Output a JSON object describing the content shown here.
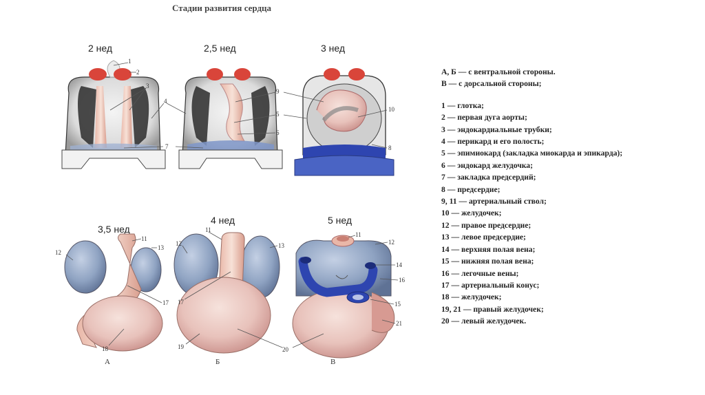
{
  "title": "Стадии развития сердца",
  "stages": [
    "2 нед",
    "2,5 нед",
    "3 нед",
    "3,5 нед",
    "4 нед",
    "5 нед"
  ],
  "panel_letters": [
    "А",
    "Б",
    "В"
  ],
  "legend": {
    "orientation": [
      "А, Б — с вентральной стороны.",
      "В — с дорсальной стороны;"
    ],
    "items": [
      "1 — глотка;",
      "2 — первая дуга аорты;",
      "3 — эндокардиальные трубки;",
      "4 — перикард и его полость;",
      "5 — эпимиокард (закладка миокарда и эпикарда);",
      "6 — эндокард желудочка;",
      "7 — закладка предсердий;",
      "8 — предсердие;",
      "9, 11 — артериальный ствол;",
      "10 — желудочек;",
      "12 — правое предсердие;",
      "13 — левое предсердие;",
      "14 — верхняя полая вена;",
      "15 — нижняя полая вена;",
      "16 — легочные вены;",
      "17 — артериальный конус;",
      "18 — желудочек;",
      "19, 21 — правый желудочек;",
      "20 — левый желудочек."
    ]
  },
  "callout_numbers": {
    "top": [
      "1",
      "2",
      "3",
      "4",
      "7",
      "9",
      "5",
      "6",
      "10",
      "8"
    ],
    "bottom": [
      "12",
      "11",
      "13",
      "17",
      "18",
      "12",
      "11",
      "13",
      "17",
      "19",
      "20",
      "11",
      "12",
      "14",
      "16",
      "15",
      "21"
    ]
  },
  "colors": {
    "aorta_red": "#d9453a",
    "atrium_blue": "#8fa3c2",
    "ventricle_pink": "#e8c2bb",
    "vein_blue": "#2e45b0",
    "wall_dark": "#3a3a3a"
  }
}
